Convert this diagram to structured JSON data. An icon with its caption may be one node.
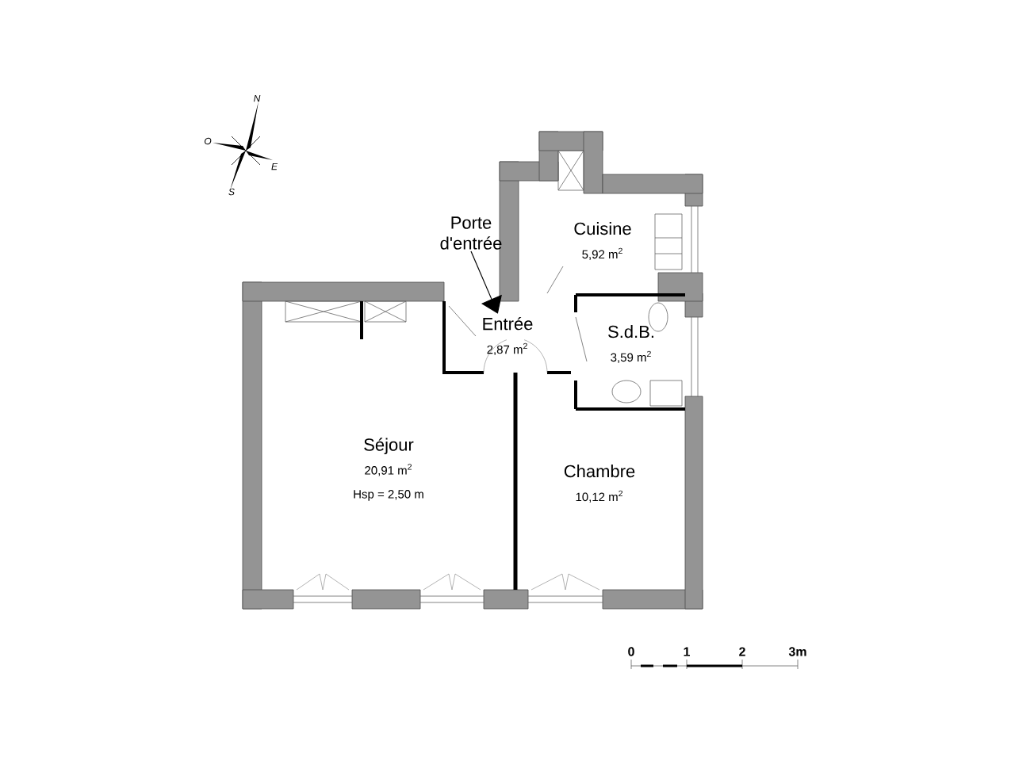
{
  "diagram": {
    "nodes": [
      {
        "text": [
          "Porte d'entrée"
        ]
      },
      {
        "text": [
          "Cuisine",
          "5,92 m$^{2}$"
        ]
      },
      {
        "text": [
          "Entrée",
          "2,87 m$^{2}$"
        ]
      },
      {
        "text": [
          "S.d.B.",
          "3,59 m$^{2}$"
        ]
      },
      {
        "text": [
          "Séjour",
          "20,91 m$^{2}$",
          "Hsp = 2,50 m"
        ]
      },
      {
        "text": [
          "Chambre",
          "10,12 m$^{2}$"
        ]
      }
    ],
    "edges": [
      {
        "from": 0,
        "to": 2,
        "arrow": "to"
      }
    ],
    "labels": [
      "N",
      "O",
      "E",
      "S",
      "0",
      "1",
      "2",
      "3m"
    ]
  }
}
